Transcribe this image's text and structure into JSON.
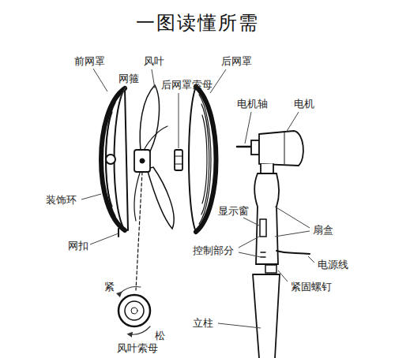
{
  "diagram": {
    "title": "一图读懂所需",
    "labels": [
      "前网罩",
      "网箍",
      "风叶",
      "后网罩索母",
      "后网罩",
      "电机轴",
      "电机",
      "装饰环",
      "网扣",
      "显示窗",
      "扇盒",
      "控制部分",
      "电源线",
      "紧固螺钉",
      "立柱",
      "紧",
      "松",
      "风叶索母"
    ]
  }
}
